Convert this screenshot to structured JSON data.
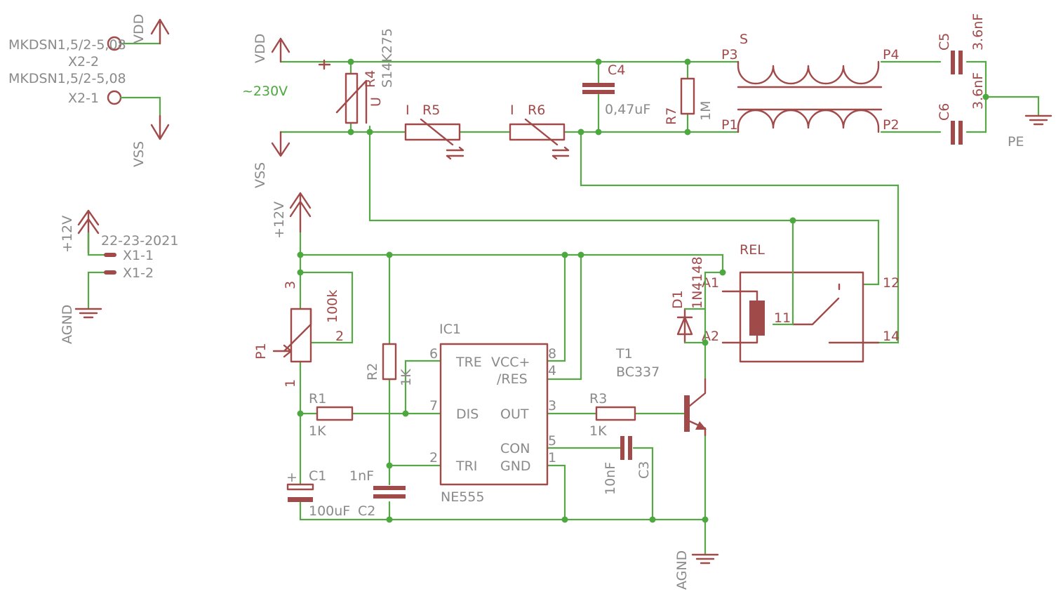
{
  "schematic": {
    "connectors": {
      "x2_2": {
        "name": "X2-2",
        "value": "MKDSN1,5/2-5,08"
      },
      "x2_1": {
        "name": "X2-1",
        "value": "MKDSN1,5/2-5,08"
      },
      "x1_1": {
        "name": "X1-1"
      },
      "x1_2": {
        "name": "X1-2"
      },
      "x1_value": "22-23-2021"
    },
    "supplies": {
      "vdd": "VDD",
      "vss": "VSS",
      "plus12v": "+12V",
      "agnd": "AGND",
      "pe": "PE",
      "mains": "~230V"
    },
    "components": {
      "r4": {
        "name": "R4",
        "value": "S14K275",
        "mark": "U"
      },
      "r5": {
        "name": "R5",
        "mark": "I"
      },
      "r6": {
        "name": "R6",
        "mark": "I"
      },
      "c4": {
        "name": "C4",
        "value": "0,47uF"
      },
      "r7": {
        "name": "R7",
        "value": "1M"
      },
      "s": {
        "name": "S",
        "pins": [
          "P3",
          "P4",
          "P1",
          "P2"
        ]
      },
      "c5": {
        "name": "C5",
        "value": "3.6nF"
      },
      "c6": {
        "name": "C6",
        "value": "3.6nF"
      },
      "rel": {
        "name": "REL",
        "pins": [
          "A1",
          "A2",
          "11",
          "12",
          "14"
        ]
      },
      "d1": {
        "name": "D1",
        "value": "1N4148"
      },
      "t1": {
        "name": "T1",
        "value": "BC337"
      },
      "ic1": {
        "name": "IC1",
        "value": "NE555",
        "pins_left": [
          "TRE",
          "DIS",
          "TRI"
        ],
        "pins_right": [
          "VCC+",
          "/RES",
          "OUT",
          "CON",
          "GND"
        ],
        "pin_numbers": [
          "6",
          "7",
          "2",
          "8",
          "4",
          "3",
          "5",
          "1"
        ]
      },
      "p1": {
        "name": "P1",
        "value": "100k",
        "pins": [
          "3",
          "2",
          "1"
        ]
      },
      "r1": {
        "name": "R1",
        "value": "1K"
      },
      "r2": {
        "name": "R2",
        "value": "1K"
      },
      "r3": {
        "name": "R3",
        "value": "1K"
      },
      "c1": {
        "name": "C1",
        "value": "100uF"
      },
      "c2": {
        "name": "C2",
        "value": "1nF"
      },
      "c3": {
        "name": "C3",
        "value": "10nF"
      }
    },
    "colors": {
      "wire": "#55a845",
      "part": "#a04a4a",
      "label": "#8a8a8a",
      "junction": "#4ea840"
    }
  }
}
